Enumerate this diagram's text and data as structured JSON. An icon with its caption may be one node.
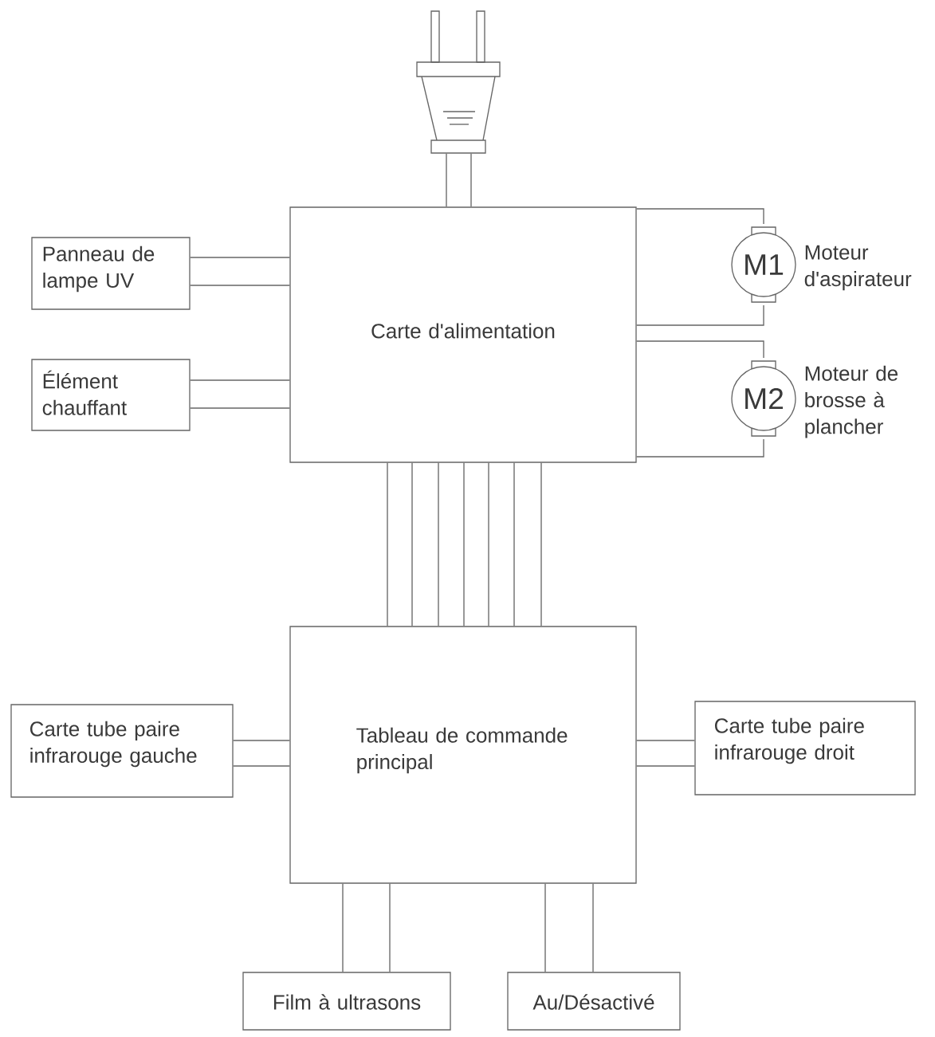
{
  "diagram": {
    "nodes": [
      {
        "text": [],
        "shape": "plug"
      },
      {
        "text": [
          "Carte d'alimentation"
        ]
      },
      {
        "text": [
          "Panneau de lampe UV"
        ]
      },
      {
        "text": [
          "Élément chauffant"
        ]
      },
      {
        "text": [
          "M1"
        ],
        "beside": [
          "Moteur d'aspirateur"
        ]
      },
      {
        "text": [
          "M2"
        ],
        "beside": [
          "Moteur de brosse à plancher"
        ]
      },
      {
        "text": [
          "Tableau de commande principal"
        ]
      },
      {
        "text": [
          "Carte tube paire infrarouge gauche"
        ]
      },
      {
        "text": [
          "Carte tube paire infrarouge droit"
        ]
      },
      {
        "text": [
          "Film à ultrasons"
        ]
      },
      {
        "text": [
          "Au/Désactivé"
        ]
      }
    ],
    "edges": [
      {
        "from": 0,
        "to": 1,
        "arrow": "none"
      },
      {
        "from": 0,
        "to": 1,
        "arrow": "none"
      },
      {
        "from": 2,
        "to": 1,
        "arrow": "none"
      },
      {
        "from": 2,
        "to": 1,
        "arrow": "none"
      },
      {
        "from": 3,
        "to": 1,
        "arrow": "none"
      },
      {
        "from": 3,
        "to": 1,
        "arrow": "none"
      },
      {
        "from": 1,
        "to": 4,
        "arrow": "none"
      },
      {
        "from": 1,
        "to": 4,
        "arrow": "none"
      },
      {
        "from": 1,
        "to": 5,
        "arrow": "none"
      },
      {
        "from": 1,
        "to": 5,
        "arrow": "none"
      },
      {
        "from": 1,
        "to": 6,
        "arrow": "none"
      },
      {
        "from": 1,
        "to": 6,
        "arrow": "none"
      },
      {
        "from": 1,
        "to": 6,
        "arrow": "none"
      },
      {
        "from": 1,
        "to": 6,
        "arrow": "none"
      },
      {
        "from": 1,
        "to": 6,
        "arrow": "none"
      },
      {
        "from": 1,
        "to": 6,
        "arrow": "none"
      },
      {
        "from": 1,
        "to": 6,
        "arrow": "none"
      },
      {
        "from": 7,
        "to": 6,
        "arrow": "none"
      },
      {
        "from": 7,
        "to": 6,
        "arrow": "none"
      },
      {
        "from": 6,
        "to": 8,
        "arrow": "none"
      },
      {
        "from": 6,
        "to": 8,
        "arrow": "none"
      },
      {
        "from": 6,
        "to": 9,
        "arrow": "none"
      },
      {
        "from": 6,
        "to": 9,
        "arrow": "none"
      },
      {
        "from": 6,
        "to": 10,
        "arrow": "none"
      },
      {
        "from": 6,
        "to": 10,
        "arrow": "none"
      }
    ]
  }
}
